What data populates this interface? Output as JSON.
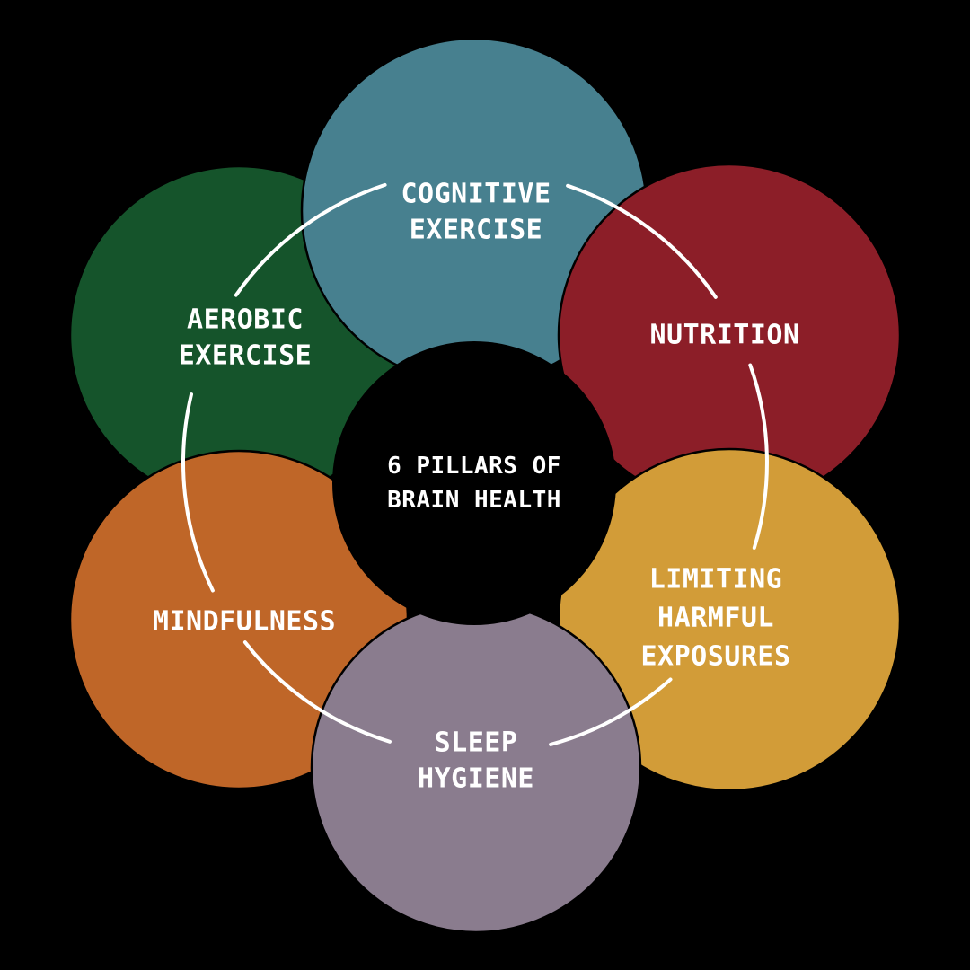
{
  "diagram": {
    "title_lines": [
      "6 PILLARS OF",
      "BRAIN HEALTH"
    ]
  },
  "colors": {
    "background": "#000000",
    "center_circle": "#000000",
    "ring": "#ffffff",
    "text": "#ffffff"
  },
  "pillars": [
    {
      "id": "aerobic-exercise",
      "lines": [
        "AEROBIC",
        "EXERCISE"
      ],
      "color": "#15542B"
    },
    {
      "id": "cognitive-exercise",
      "lines": [
        "COGNITIVE",
        "EXERCISE"
      ],
      "color": "#47808F"
    },
    {
      "id": "nutrition",
      "lines": [
        "NUTRITION"
      ],
      "color": "#8C1E28"
    },
    {
      "id": "limiting-harmful-exposures",
      "lines": [
        "LIMITING",
        "HARMFUL",
        "EXPOSURES"
      ],
      "color": "#D29C38"
    },
    {
      "id": "mindfulness",
      "lines": [
        "MINDFULNESS"
      ],
      "color": "#BF6628"
    },
    {
      "id": "sleep-hygiene",
      "lines": [
        "SLEEP",
        "HYGIENE"
      ],
      "color": "#8A7C8E"
    }
  ]
}
